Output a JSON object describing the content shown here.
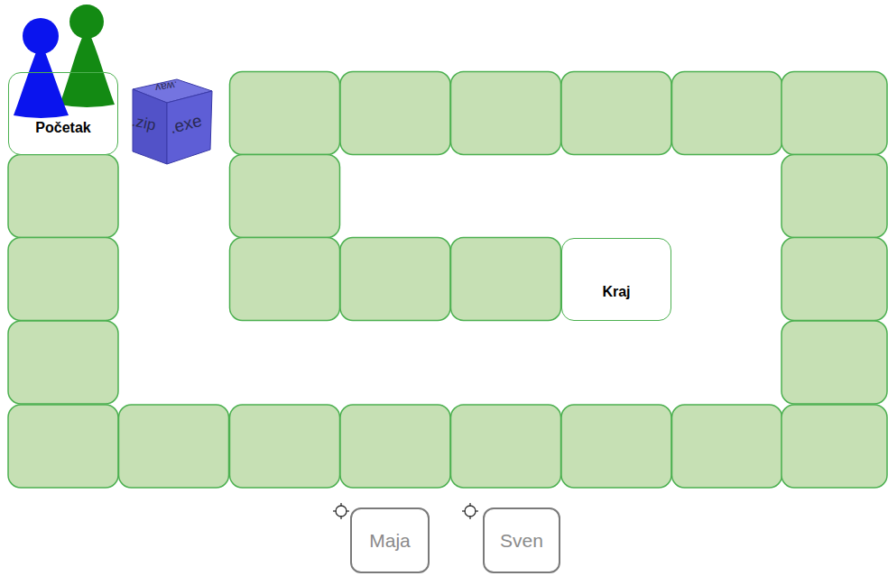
{
  "diagram": {
    "nodes": [
      {
        "text": [
          "Početak"
        ]
      },
      {
        "text": [
          "Kraj"
        ]
      },
      {
        "text": [
          "Maja"
        ]
      },
      {
        "text": [
          "Sven"
        ]
      }
    ],
    "labels": [
      ".wav",
      ".zip",
      ".exe"
    ]
  }
}
